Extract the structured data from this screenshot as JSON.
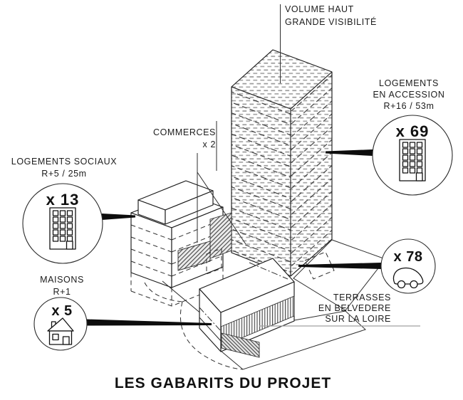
{
  "title": "LES GABARITS DU PROJET",
  "labels": {
    "volume_haut": {
      "line1": "VOLUME HAUT",
      "line2": "GRANDE VISIBILITÉ"
    },
    "accession": {
      "line1": "LOGEMENTS",
      "line2": "EN ACCESSION",
      "line3": "R+16 / 53m",
      "count": "x 69"
    },
    "sociaux": {
      "line1": "LOGEMENTS SOCIAUX",
      "line2": "R+5 / 25m",
      "count": "x 13"
    },
    "commerces": {
      "line1": "COMMERCES",
      "line2": "x 2"
    },
    "maisons": {
      "line1": "MAISONS",
      "line2": "R+1",
      "count": "x 5"
    },
    "parking": {
      "count": "x 78"
    },
    "terrasses": {
      "line1": "TERRASSES",
      "line2": "EN BELVEDERE",
      "line3": "SUR LA LOIRE"
    }
  },
  "colors": {
    "ink": "#1a1a1a",
    "texture_dash": "#9a9a9a",
    "hatch_dark": "#3d3d3d",
    "leader_thick": "#0d0d0d",
    "leader_thin": "#a0a0a0",
    "background": "#ffffff"
  }
}
